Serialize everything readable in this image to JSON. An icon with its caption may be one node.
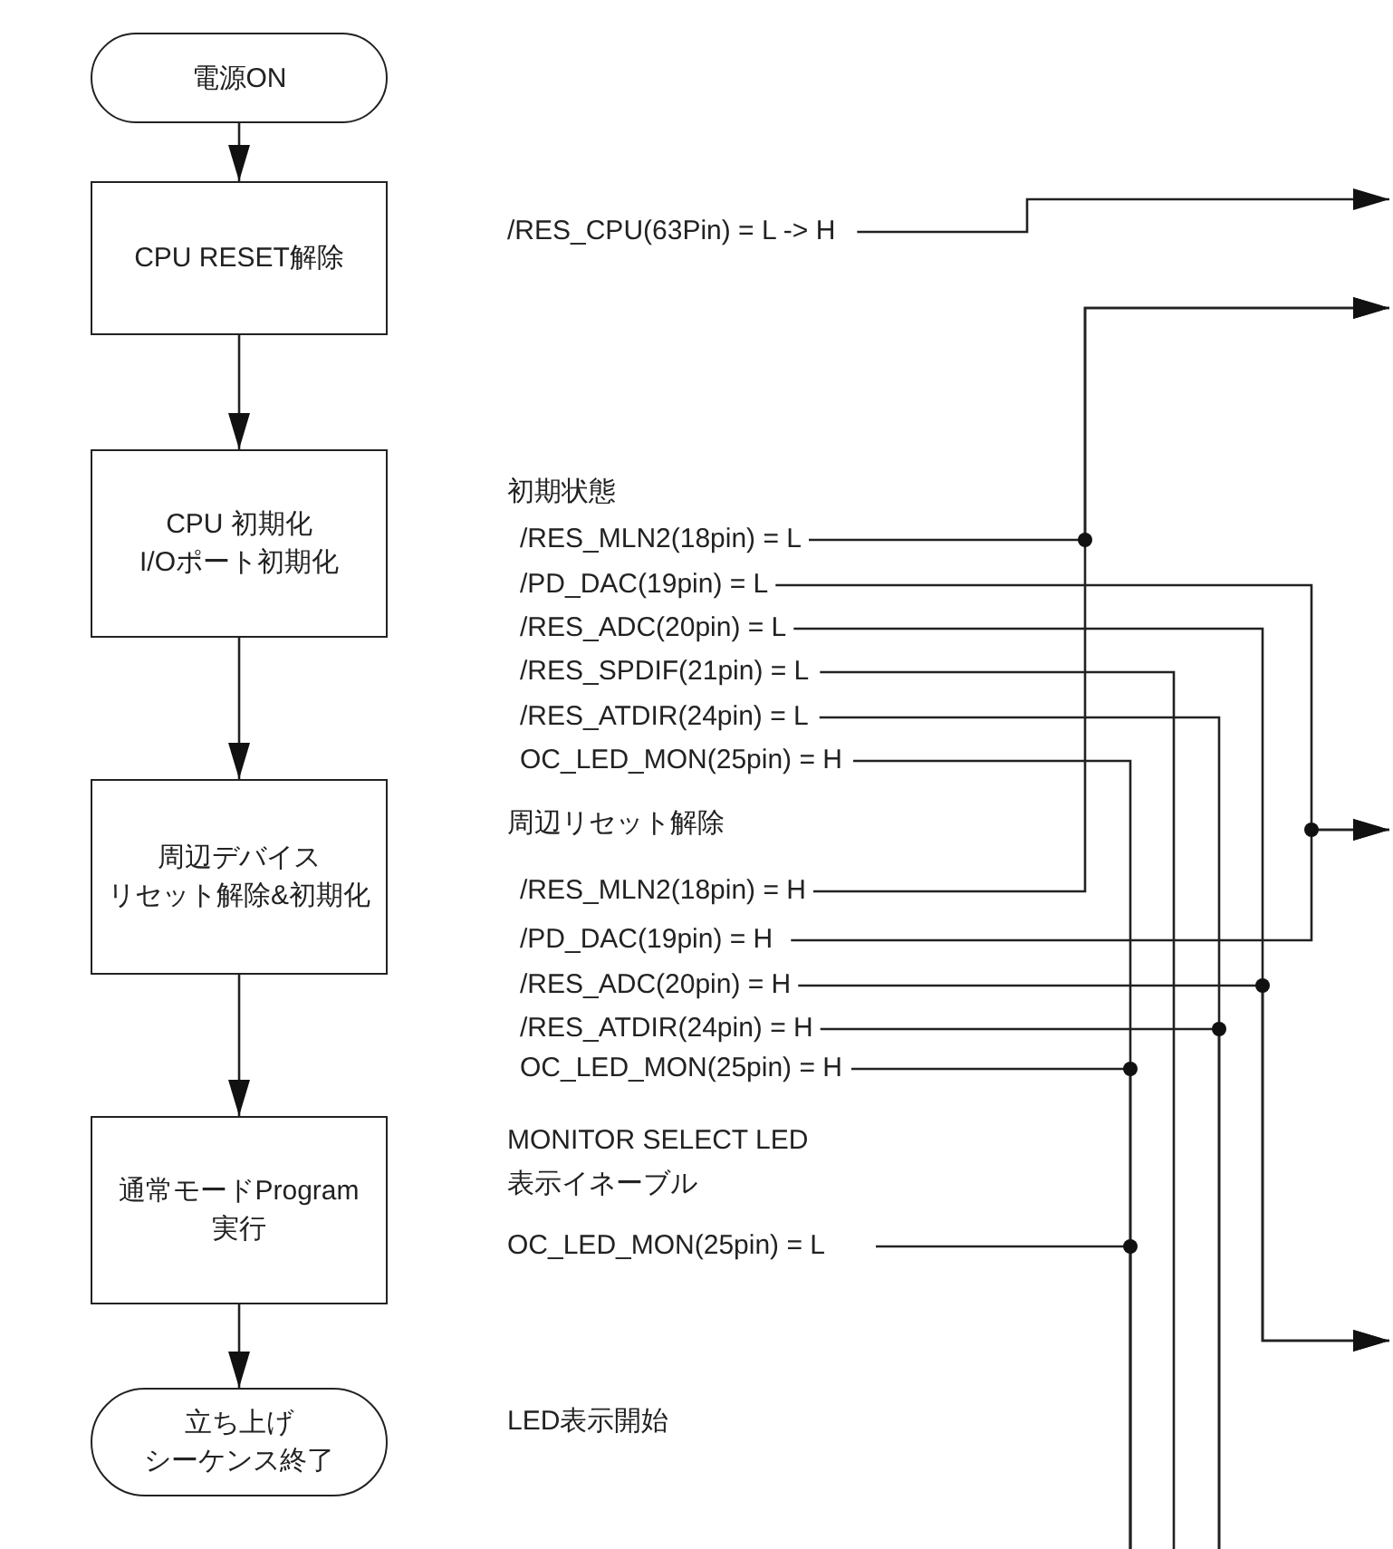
{
  "diagram": {
    "nodes": [
      {
        "text": [
          "電源ON"
        ]
      },
      {
        "text": [
          "CPU RESET解除"
        ]
      },
      {
        "text": [
          "CPU 初期化 I/Oポート初期化"
        ]
      },
      {
        "text": [
          "周辺デバイスリセット解除&初期化"
        ]
      },
      {
        "text": [
          "通常モードProgram 実行"
        ]
      },
      {
        "text": [
          "立ち上げシーケンス終了"
        ]
      },
      {
        "text": [
          "/RES_CPU(63Pin) = L -> H"
        ]
      },
      {
        "text": [
          "/RES_MLN2(18pin) = L"
        ]
      },
      {
        "text": [
          "/PD_DAC(19pin) = L"
        ]
      },
      {
        "text": [
          "/RES_ADC(20pin) = L"
        ]
      },
      {
        "text": [
          "/RES_SPDIF(21pin) = L"
        ]
      },
      {
        "text": [
          "/RES_ATDIR(24pin) = L"
        ]
      },
      {
        "text": [
          "OC_LED_MON(25pin) = H"
        ]
      },
      {
        "text": [
          "/RES_MLN2(18pin) = H"
        ]
      },
      {
        "text": [
          "/PD_DAC(19pin) = H"
        ]
      },
      {
        "text": [
          "/RES_ADC(20pin) = H"
        ]
      },
      {
        "text": [
          "/RES_ATDIR(24pin) = H"
        ]
      },
      {
        "text": [
          "OC_LED_MON(25pin) = H"
        ]
      },
      {
        "text": [
          "OC_LED_MON(25pin) = L"
        ]
      }
    ],
    "edges": [
      {
        "from": 0,
        "to": 1,
        "arrow": "to"
      },
      {
        "from": 1,
        "to": 2,
        "arrow": "to"
      },
      {
        "from": 2,
        "to": 3,
        "arrow": "to"
      },
      {
        "from": 3,
        "to": 4,
        "arrow": "to"
      },
      {
        "from": 4,
        "to": 5,
        "arrow": "to"
      },
      {
        "from": 6,
        "to": null,
        "arrow": "to"
      },
      {
        "from": 7,
        "to": null,
        "arrow": "to"
      },
      {
        "from": 8,
        "to": null,
        "arrow": "to"
      },
      {
        "from": 9,
        "to": null,
        "arrow": "to"
      },
      {
        "from": 10,
        "to": null,
        "arrow": "none"
      },
      {
        "from": 11,
        "to": null,
        "arrow": "none"
      },
      {
        "from": 12,
        "to": null,
        "arrow": "none"
      },
      {
        "from": 13,
        "to": null,
        "arrow": "to"
      },
      {
        "from": 14,
        "to": null,
        "arrow": "to"
      },
      {
        "from": 15,
        "to": null,
        "arrow": "to"
      },
      {
        "from": 16,
        "to": null,
        "arrow": "none"
      },
      {
        "from": 17,
        "to": null,
        "arrow": "none"
      },
      {
        "from": 18,
        "to": null,
        "arrow": "none"
      }
    ],
    "labels": [
      "初期状態",
      "周辺リセット解除",
      "MONITOR SELECT LED 表示イネーブル",
      "LED表示開始"
    ]
  }
}
